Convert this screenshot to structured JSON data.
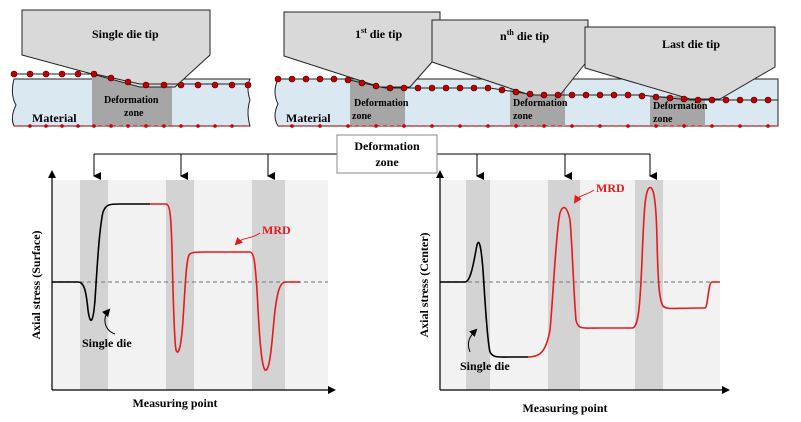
{
  "top_left": {
    "die_label": "Single die tip",
    "material_label": "Material",
    "zone_label_1": "Deformation",
    "zone_label_2": "zone"
  },
  "top_right": {
    "die1_num": "1",
    "die1_sup": "st",
    "die1_rest": " die tip",
    "dien_num": "n",
    "dien_sup": "th",
    "dien_rest": " die tip",
    "last_label": "Last die tip",
    "material_label": "Material",
    "zone_label_1": "Deformation",
    "zone_label_2": "zone"
  },
  "center_box": {
    "line1": "Deformation",
    "line2": "zone"
  },
  "left_chart": {
    "ylabel": "Axial  stress (Surface)",
    "xlabel": "Measuring point",
    "single_die_label": "Single die",
    "mrd_label": "MRD"
  },
  "right_chart": {
    "ylabel": "Axial stress (Center)",
    "xlabel": "Measuring point",
    "single_die_label": "Single die",
    "mrd_label": "MRD"
  },
  "colors": {
    "red": "#e41a1c",
    "black": "#000000",
    "band": "#d3d3d3",
    "plot_bg": "#f2f2f2",
    "die_fill": "#d9d9d9",
    "material_fill": "#dae8f2",
    "zone_fill": "#a6a6a6"
  }
}
